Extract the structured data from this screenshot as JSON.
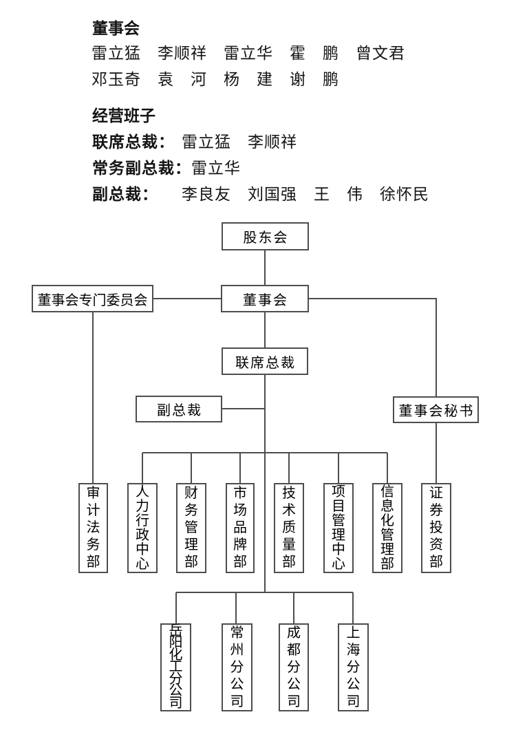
{
  "document": {
    "board": {
      "heading": "董事会",
      "members_line1": "雷立猛　李顺祥　雷立华　霍　鹏　曾文君",
      "members_line2": "邓玉奇　袁　河　杨　建　谢　鹏"
    },
    "management": {
      "heading": "经营班子",
      "rows": [
        {
          "label": "联席总裁：",
          "value": "雷立猛　李顺祥"
        },
        {
          "label": "常务副总裁：",
          "value": "雷立华"
        },
        {
          "label": "副总裁：",
          "value": "李良友　刘国强　王　伟　徐怀民"
        }
      ]
    },
    "org_chart": {
      "shareholders": "股东会",
      "board": "董事会",
      "board_committee": "董事会专门委员会",
      "co_presidents": "联席总裁",
      "vice_presidents": "副总裁",
      "board_secretary": "董事会秘书",
      "departments": [
        "审计法务部",
        "人力行政中心",
        "财务管理部",
        "市场品牌部",
        "技术质量部",
        "项目管理中心",
        "信息化管理部",
        "证券投资部"
      ],
      "branches": [
        "岳阳化工分公司",
        "常州分公司",
        "成都分公司",
        "上海分公司"
      ]
    }
  },
  "colors": {
    "line": "#4d4d4d",
    "text": "#141414",
    "background": "#ffffff"
  }
}
